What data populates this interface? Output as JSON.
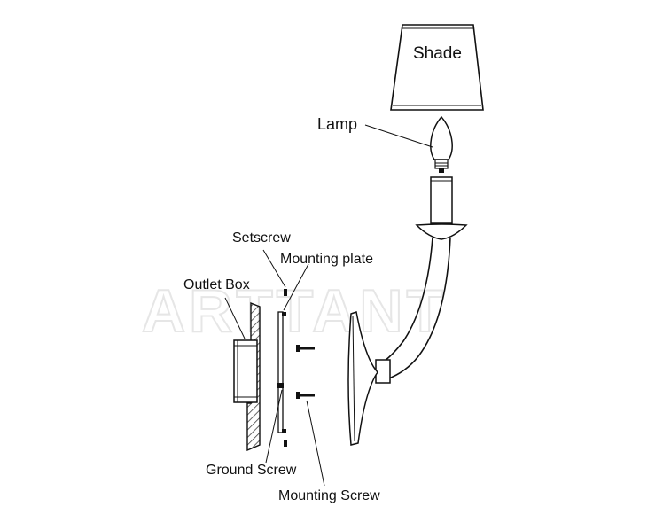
{
  "labels": {
    "shade": "Shade",
    "lamp": "Lamp",
    "setscrew": "Setscrew",
    "mounting_plate": "Mounting plate",
    "outlet_box": "Outlet Box",
    "ground_screw": "Ground Screw",
    "mounting_screw": "Mounting Screw"
  },
  "watermark": "ARTTANT",
  "colors": {
    "line": "#111111",
    "hatch": "#444444",
    "background": "#ffffff",
    "watermark": "#e6e6e6"
  }
}
